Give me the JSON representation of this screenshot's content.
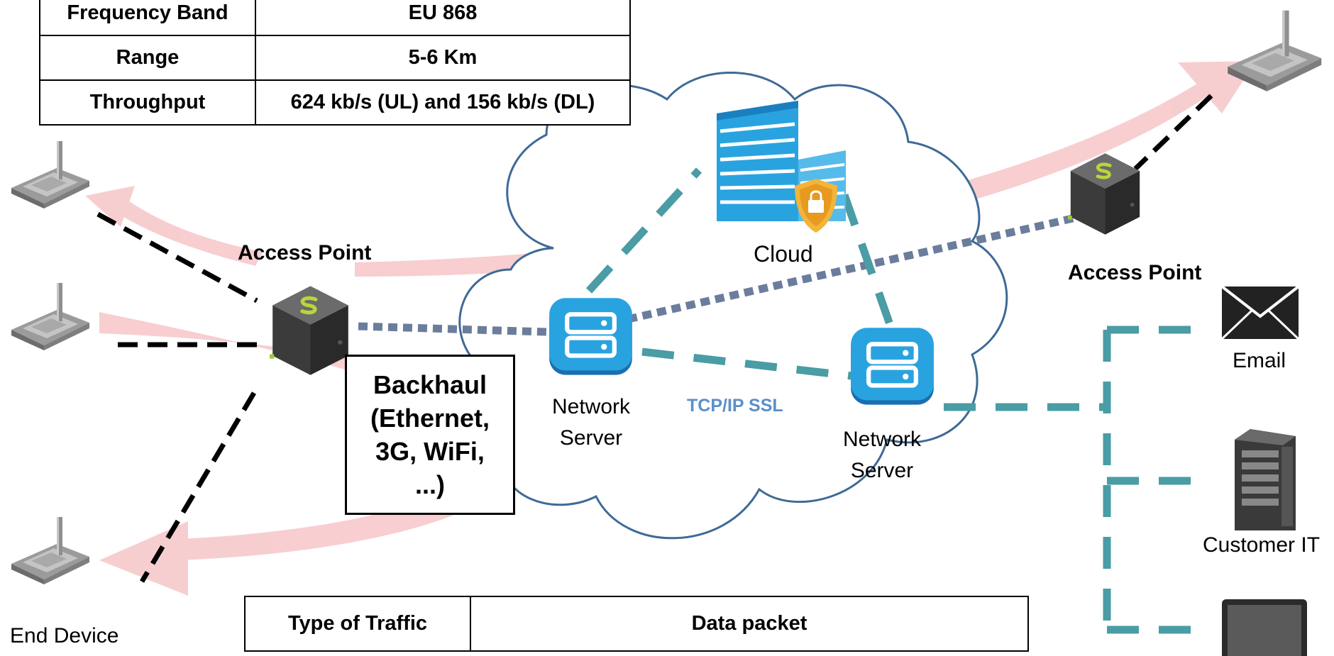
{
  "colors": {
    "dashed_teal": "#4a9ca5",
    "dotted_slate": "#6b7d9c",
    "device_dashed": "#000000",
    "cloud_outline": "#3e6a96",
    "flow_arrow": "#f7c9cb",
    "server_icon": "#29a3e0",
    "tcp_label": "#5b8fc9"
  },
  "top_table": {
    "rows": [
      {
        "label": "Frequency Band",
        "value": "EU 868"
      },
      {
        "label": "Range",
        "value": "5-6 Km"
      },
      {
        "label": "Throughput",
        "value": "624 kb/s (UL) and 156 kb/s (DL)"
      }
    ]
  },
  "labels": {
    "access_point_left": "Access Point",
    "access_point_right": "Access Point",
    "cloud": "Cloud",
    "network_server_1": "Network\nServer",
    "network_server_2": "Network\nServer",
    "tcp_ip": "TCP/IP SSL",
    "backhaul": "Backhaul\n(Ethernet,\n3G, WiFi,\n...)",
    "email": "Email",
    "customer_it": "Customer IT",
    "end_device": "End Device"
  },
  "bottom_table": {
    "header": {
      "col1": "Type of Traffic",
      "col2": "Data packet"
    }
  },
  "icons": {
    "end_device": "antenna-device-icon",
    "gateway": "gateway-cube-icon",
    "server": "server-icon",
    "cloud_building": "building-icon",
    "lock": "lock-shield-icon",
    "email": "envelope-icon",
    "customer_it": "server-tower-icon",
    "display": "monitor-icon"
  }
}
